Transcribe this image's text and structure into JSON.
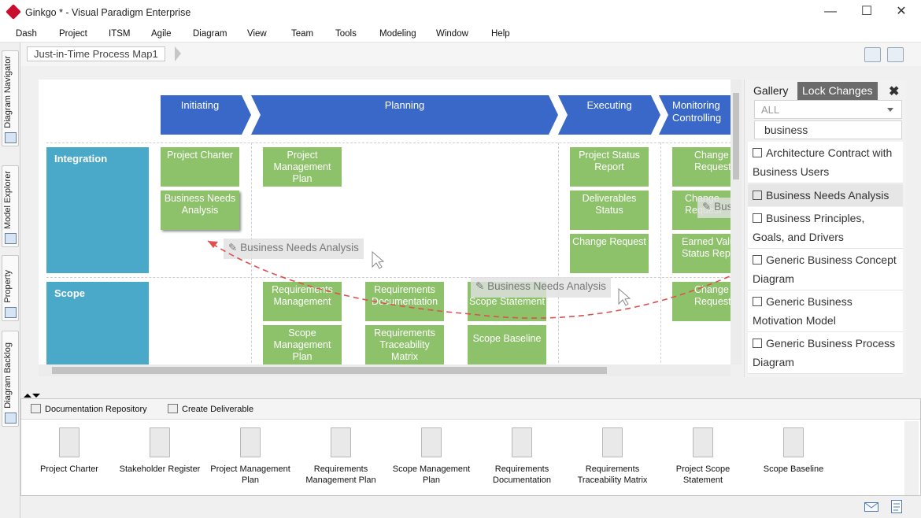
{
  "window": {
    "title": "Ginkgo * - Visual Paradigm Enterprise",
    "controls": [
      "—",
      "☐",
      "✕"
    ]
  },
  "menu": [
    "Dash",
    "Project",
    "ITSM",
    "Agile",
    "Diagram",
    "View",
    "Team",
    "Tools",
    "Modeling",
    "Window",
    "Help"
  ],
  "sidebar_tabs": [
    "Diagram Navigator",
    "Model Explorer",
    "Property",
    "Diagram Backlog"
  ],
  "breadcrumb": "Just-in-Time Process Map1",
  "phases": [
    "Initiating",
    "Planning",
    "Executing",
    "Monitoring Controlling"
  ],
  "lanes": [
    "Integration",
    "Scope"
  ],
  "cards": {
    "integration": [
      "Project Charter",
      "Business Needs Analysis",
      "Project Management Plan",
      "Project Status Report",
      "Deliverables Status",
      "Change Request",
      "Change Request",
      "Change Request",
      "Earned Value Status Report"
    ],
    "scope": [
      "Requirements Management",
      "Scope Management Plan",
      "Requirements Documentation",
      "Requirements Traceability Matrix",
      "Scope Statement",
      "Scope Baseline",
      "Change Request"
    ]
  },
  "drag_ghost": "Business Needs Analysis",
  "gallery": {
    "tab": "Gallery",
    "lock_tab": "Lock Changes",
    "filter": "ALL",
    "search": "business",
    "items": [
      "Architecture Contract with Business Users",
      "Business Needs Analysis",
      "Business Principles, Goals, and Drivers",
      "Generic Business Concept Diagram",
      "Generic Business Motivation Model",
      "Generic Business Process Diagram"
    ]
  },
  "doc_toolbar": {
    "repository": "Documentation Repository",
    "create": "Create Deliverable"
  },
  "documents": [
    "Project Charter",
    "Stakeholder Register",
    "Project Management Plan",
    "Requirements Management Plan",
    "Scope Management Plan",
    "Requirements Documentation",
    "Requirements Traceability Matrix",
    "Project Scope Statement",
    "Scope Baseline"
  ],
  "colors": {
    "phase": "#3a68c8",
    "lane": "#4aa9c9",
    "card": "#8dc26a",
    "drag_path": "#e04f4f",
    "lock_tab": "#6b6b6b"
  }
}
